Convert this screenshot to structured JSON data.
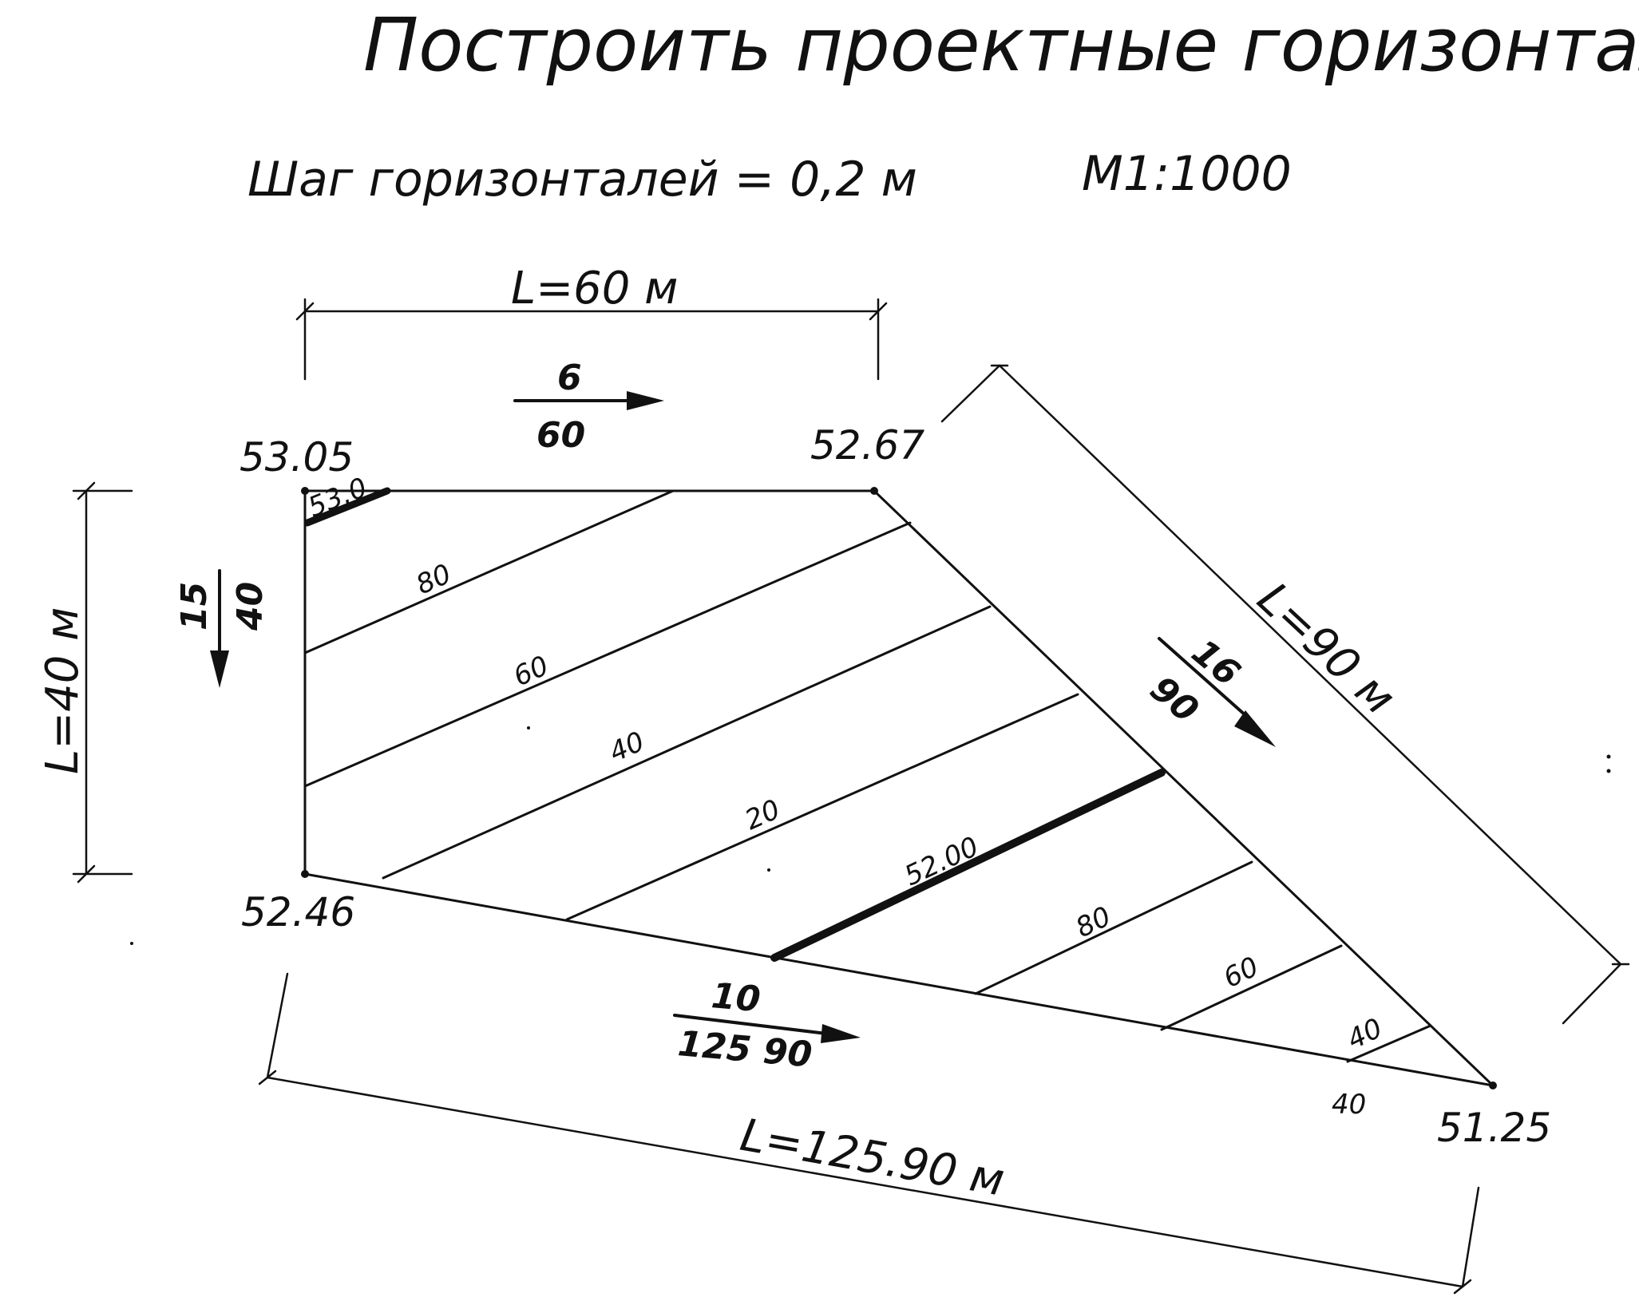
{
  "title": "Построить проектные горизонтали",
  "step_label": "Шаг горизонталей = 0,2 м",
  "scale_label": "М1:1000",
  "dimensions": {
    "top": "L=60 м",
    "left": "L=40 м",
    "right": "L=90 м",
    "bottom": "L=125.90 м"
  },
  "elevations": {
    "top_left": "53.05",
    "top_right": "52.67",
    "bottom_left": "52.46",
    "bottom_right": "51.25"
  },
  "slopes": {
    "top": {
      "num": "6",
      "den": "60"
    },
    "left": {
      "num": "15",
      "den": "40"
    },
    "right": {
      "num": "16",
      "den": "90"
    },
    "bottom": {
      "num": "10",
      "den": "125 90"
    }
  },
  "contour_labels": {
    "c80_upper": "80",
    "c60_upper": "60",
    "c40_upper": "40",
    "c20": "20",
    "c52": "52.00",
    "c80_lower": "80",
    "c60_lower": "60",
    "c40_lower": "40",
    "c40_bottom": "40",
    "corner_tag": "53.0"
  },
  "colors": {
    "ink": "#111111",
    "paper": "#ffffff"
  }
}
